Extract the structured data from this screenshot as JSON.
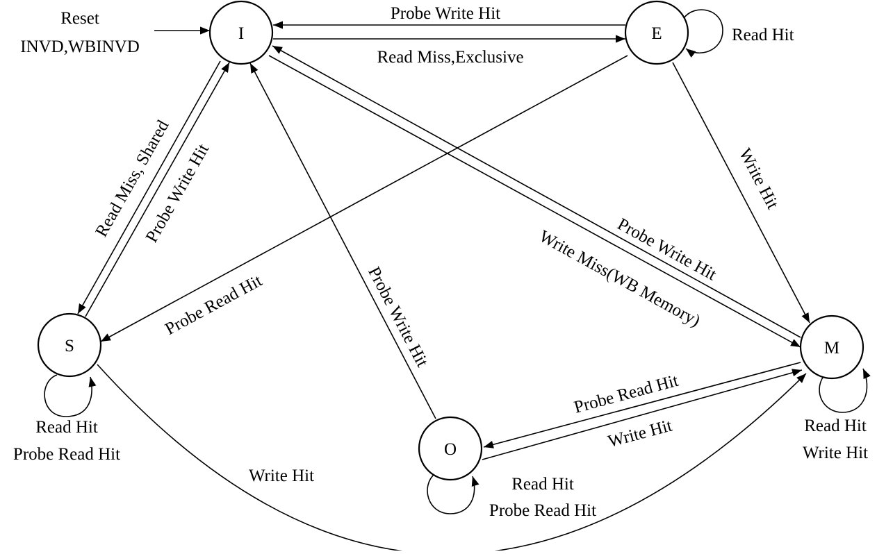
{
  "diagram": {
    "states": {
      "I": "I",
      "E": "E",
      "S": "S",
      "M": "M",
      "O": "O"
    },
    "labels": {
      "reset_line1": "Reset",
      "reset_line2": "INVD,WBINVD",
      "e_to_i": "Probe Write Hit",
      "i_to_e": "Read Miss,Exclusive",
      "e_self": "Read Hit",
      "i_to_s": "Read Miss, Shared",
      "s_to_i": "Probe Write Hit",
      "e_to_m": "Write Hit",
      "m_to_i": "Probe Write Hit",
      "i_to_m": "Write Miss(WB Memory)",
      "e_to_s": "Probe Read Hit",
      "o_to_i": "Probe Write Hit",
      "s_self_1": "Read Hit",
      "s_self_2": "Probe Read Hit",
      "m_to_o": "Probe Read Hit",
      "o_to_m": "Write Hit",
      "m_self_1": "Read Hit",
      "m_self_2": "Write Hit",
      "o_self_1": "Read Hit",
      "o_self_2": "Probe Read Hit",
      "s_to_m": "Write Hit"
    }
  }
}
